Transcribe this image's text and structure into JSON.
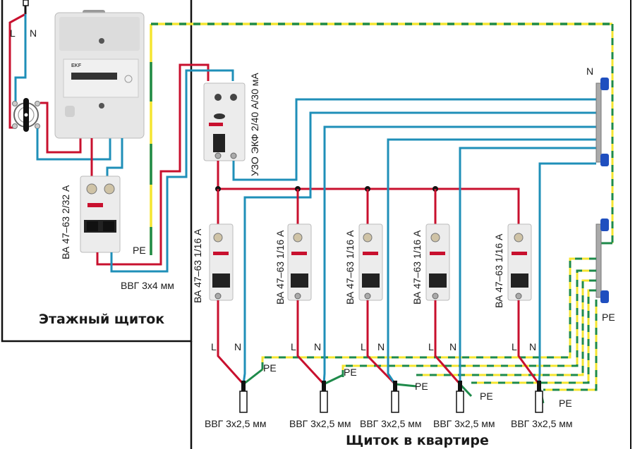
{
  "colors": {
    "phase": "#c8102e",
    "neutral": "#1f8fb8",
    "pe_yellow": "#f5e531",
    "pe_green": "#1e8a4a",
    "junction": "#111111",
    "frame": "#111111",
    "device_body": "#e9e9e9",
    "bus_cap": "#1f4fbf"
  },
  "floor_panel": {
    "title": "Этажный щиток",
    "input_labels": {
      "l": "L",
      "n": "N"
    },
    "meter_brand": "EKF",
    "main_breaker_label": "ВА 47–63 2/32 А",
    "pe_label": "PE",
    "cable_label": "ВВГ 3х4 мм"
  },
  "apartment_panel": {
    "title": "Щиток в квартире",
    "rcd_label": "УЗО ЭКФ 2/40 А/30 мА",
    "n_bus_label": "N",
    "pe_bus_label": "PE",
    "circuits": [
      {
        "breaker_label": "ВА 47–63 1/16 А",
        "l": "L",
        "n": "N",
        "pe": "PE",
        "cable": "ВВГ 3х2,5 мм"
      },
      {
        "breaker_label": "ВА 47–63 1/16 А",
        "l": "L",
        "n": "N",
        "pe": "PE",
        "cable": "ВВГ 3х2,5 мм"
      },
      {
        "breaker_label": "ВА 47–63 1/16 А",
        "l": "L",
        "n": "N",
        "pe": "PE",
        "cable": "ВВГ 3х2,5 мм"
      },
      {
        "breaker_label": "ВА 47–63 1/16 А",
        "l": "L",
        "n": "N",
        "pe": "PE",
        "cable": "ВВГ 3х2,5 мм"
      },
      {
        "breaker_label": "ВА 47–63 1/16 А",
        "l": "L",
        "n": "N",
        "pe": "PE",
        "cable": "ВВГ 3х2,5 мм"
      }
    ]
  }
}
